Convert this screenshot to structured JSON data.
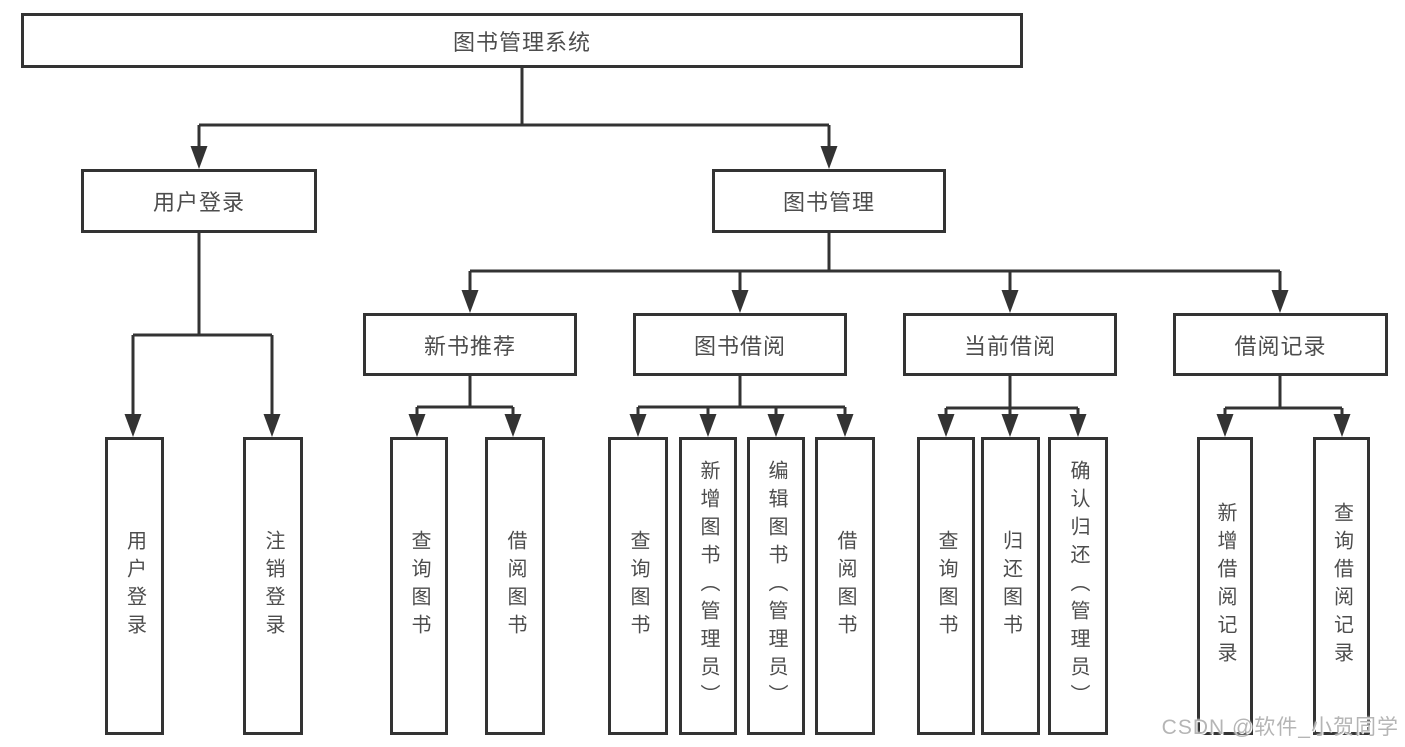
{
  "diagram": {
    "title": "图书管理系统",
    "tree": {
      "label": "图书管理系统",
      "children": [
        {
          "label": "用户登录",
          "children": [
            {
              "label": "用户登录"
            },
            {
              "label": "注销登录"
            }
          ]
        },
        {
          "label": "图书管理",
          "children": [
            {
              "label": "新书推荐",
              "children": [
                {
                  "label": "查询图书"
                },
                {
                  "label": "借阅图书"
                }
              ]
            },
            {
              "label": "图书借阅",
              "children": [
                {
                  "label": "查询图书"
                },
                {
                  "label": "新增图书（管理员）"
                },
                {
                  "label": "编辑图书（管理员）"
                },
                {
                  "label": "借阅图书"
                }
              ]
            },
            {
              "label": "当前借阅",
              "children": [
                {
                  "label": "查询图书"
                },
                {
                  "label": "归还图书"
                },
                {
                  "label": "确认归还（管理员）"
                }
              ]
            },
            {
              "label": "借阅记录",
              "children": [
                {
                  "label": "新增借阅记录"
                },
                {
                  "label": "查询借阅记录"
                }
              ]
            }
          ]
        }
      ]
    }
  },
  "colors": {
    "line": "#333333",
    "text": "#4d4d4d",
    "watermark": "#b5b5b5",
    "background": "#ffffff"
  },
  "watermark": {
    "text": "CSDN @软件_小贺同学"
  }
}
